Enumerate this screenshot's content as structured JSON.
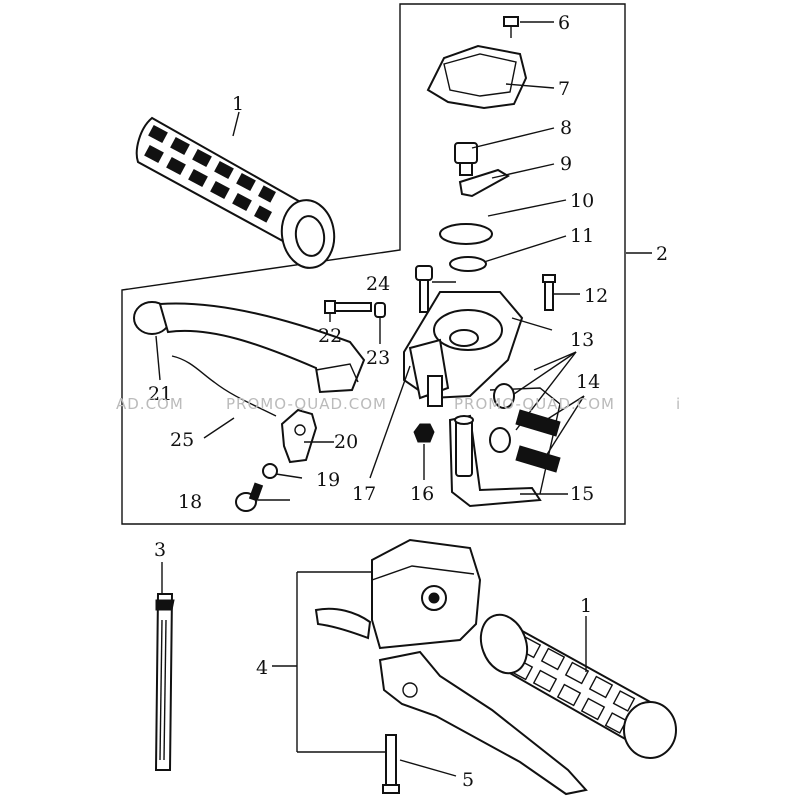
{
  "callouts": {
    "c1a": "1",
    "c1b": "1",
    "c2": "2",
    "c3": "3",
    "c4": "4",
    "c5": "5",
    "c6": "6",
    "c7": "7",
    "c8": "8",
    "c9": "9",
    "c10": "10",
    "c11": "11",
    "c12": "12",
    "c13": "13",
    "c14": "14",
    "c15": "15",
    "c16": "16",
    "c17": "17",
    "c18": "18",
    "c19": "19",
    "c20": "20",
    "c21": "21",
    "c22": "22",
    "c23": "23",
    "c24": "24",
    "c25": "25"
  },
  "watermark": {
    "w1": "AD.COM",
    "w2": "PROMO-QUAD.COM",
    "w3": "PROMO-QUAD.COM",
    "w4": "i"
  }
}
